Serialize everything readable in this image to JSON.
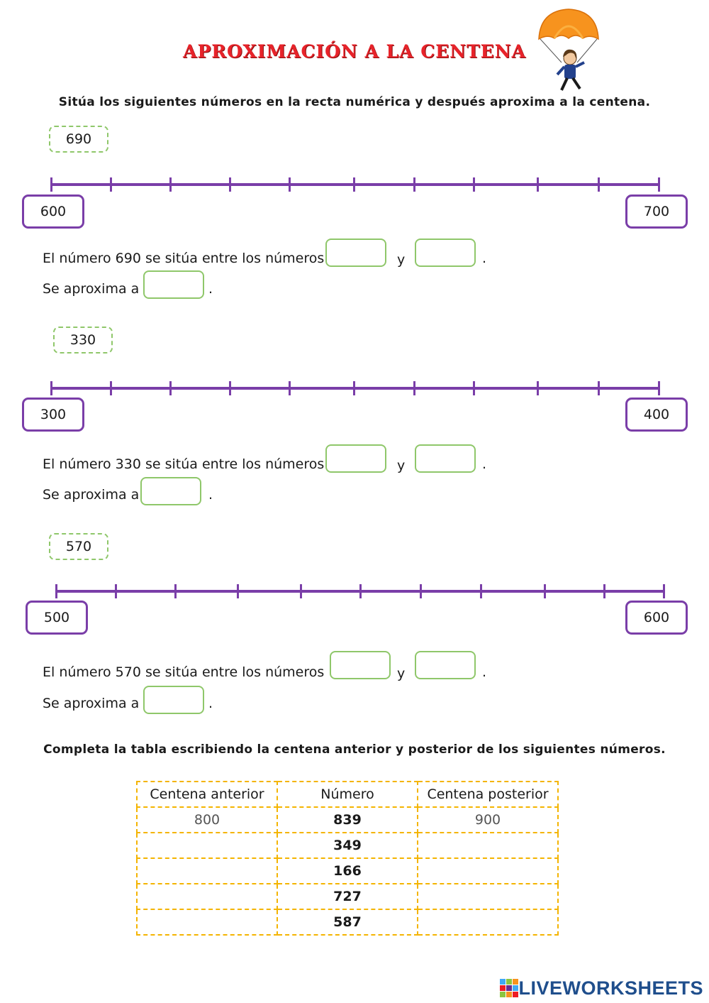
{
  "title": "APROXIMACIÓN A LA CENTENA",
  "instruction1": "Sitúa los siguientes números en la recta numérica y después aproxima a la centena.",
  "exercises": [
    {
      "number": "690",
      "start": "600",
      "end": "700",
      "sentence": "El número 690 se sitúa entre los números",
      "y": "y",
      "approx": "Se aproxima a",
      "dot": "."
    },
    {
      "number": "330",
      "start": "300",
      "end": "400",
      "sentence": "El número 330 se sitúa entre los números",
      "y": "y",
      "approx": "Se aproxima a",
      "dot": "."
    },
    {
      "number": "570",
      "start": "500",
      "end": "600",
      "sentence": "El número 570 se sitúa entre los números",
      "y": "y",
      "approx": "Se aproxima a",
      "dot": "."
    }
  ],
  "instruction2": "Completa la tabla escribiendo la centena anterior y posterior de los siguientes números.",
  "table": {
    "headers": [
      "Centena anterior",
      "Número",
      "Centena posterior"
    ],
    "rows": [
      {
        "prev": "800",
        "num": "839",
        "next": "900"
      },
      {
        "prev": "",
        "num": "349",
        "next": ""
      },
      {
        "prev": "",
        "num": "166",
        "next": ""
      },
      {
        "prev": "",
        "num": "727",
        "next": ""
      },
      {
        "prev": "",
        "num": "587",
        "next": ""
      }
    ]
  },
  "brand": "LIVEWORKSHEETS",
  "colors": {
    "title": "#e8232a",
    "line": "#7a3ea8",
    "dashed": "#8fc76a",
    "table_border": "#f4b400"
  }
}
